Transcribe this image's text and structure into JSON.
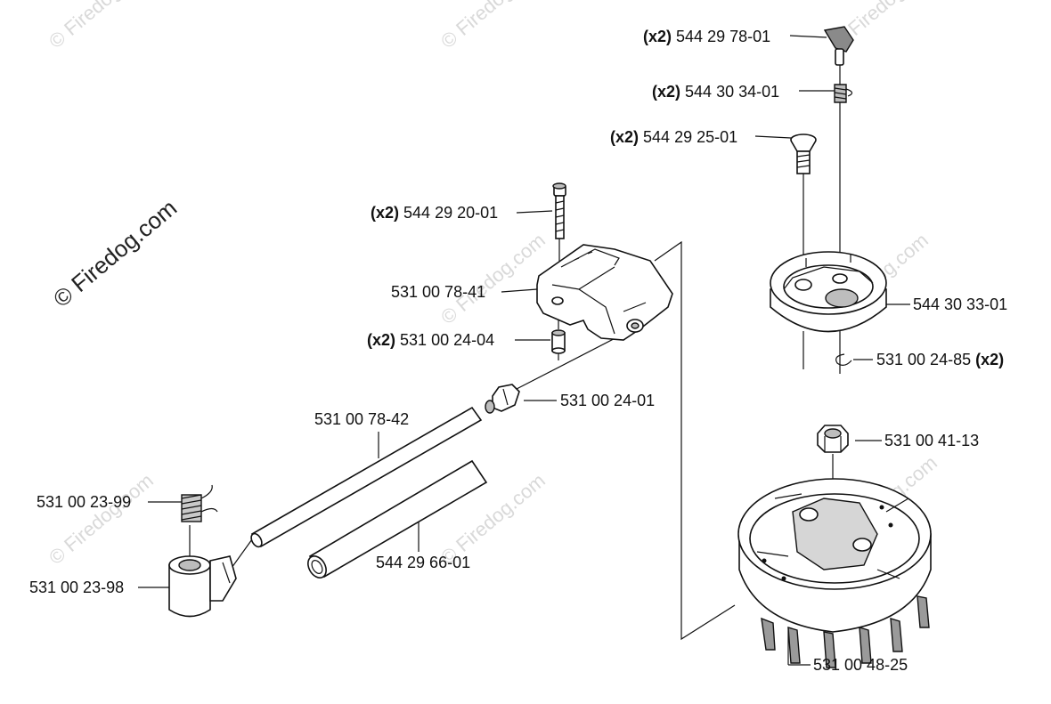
{
  "watermark": {
    "main": "© Firedog.com",
    "faint": "© Firedog.com"
  },
  "labels": [
    {
      "id": "lbl-544-29-78-01",
      "qty": "(x2)",
      "number": "544 29 78-01"
    },
    {
      "id": "lbl-544-30-34-01",
      "qty": "(x2)",
      "number": "544 30 34-01"
    },
    {
      "id": "lbl-544-29-25-01",
      "qty": "(x2)",
      "number": "544 29 25-01"
    },
    {
      "id": "lbl-544-29-20-01",
      "qty": "(x2)",
      "number": "544 29 20-01"
    },
    {
      "id": "lbl-531-00-78-41",
      "qty": "",
      "number": "531 00 78-41"
    },
    {
      "id": "lbl-531-00-24-04",
      "qty": "(x2)",
      "number": "531 00 24-04"
    },
    {
      "id": "lbl-544-30-33-01",
      "qty": "",
      "number": "544 30 33-01"
    },
    {
      "id": "lbl-531-00-24-85",
      "qty": "(x2)",
      "number": "531 00 24-85"
    },
    {
      "id": "lbl-531-00-24-01",
      "qty": "",
      "number": "531 00 24-01"
    },
    {
      "id": "lbl-531-00-78-42",
      "qty": "",
      "number": "531 00 78-42"
    },
    {
      "id": "lbl-531-00-41-13",
      "qty": "",
      "number": "531 00 41-13"
    },
    {
      "id": "lbl-531-00-23-99",
      "qty": "",
      "number": "531 00 23-99"
    },
    {
      "id": "lbl-544-29-66-01",
      "qty": "",
      "number": "544 29 66-01"
    },
    {
      "id": "lbl-531-00-23-98",
      "qty": "",
      "number": "531 00 23-98"
    },
    {
      "id": "lbl-531-00-48-25",
      "qty": "",
      "number": "531 00 48-25"
    }
  ]
}
